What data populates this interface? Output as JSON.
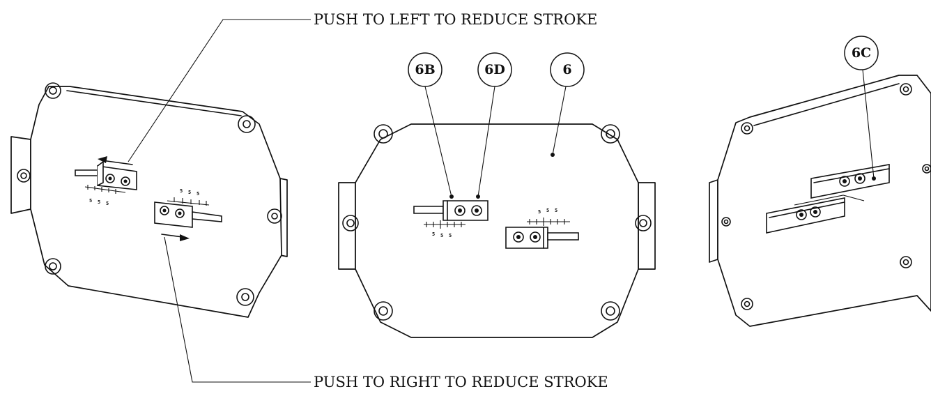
{
  "notes": {
    "top": "PUSH TO LEFT TO REDUCE STROKE",
    "bottom": "PUSH TO RIGHT TO REDUCE STROKE"
  },
  "callouts": {
    "part_6b": "6B",
    "part_6d": "6D",
    "part_6": "6",
    "part_6c": "6C"
  }
}
